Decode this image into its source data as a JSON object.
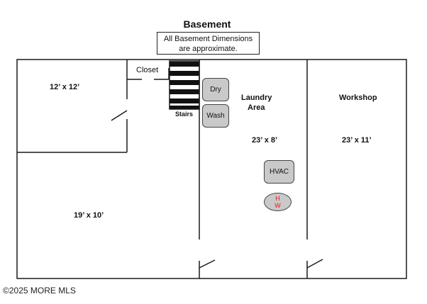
{
  "title": "Basement",
  "note": {
    "line1": "All Basement Dimensions",
    "line2": "are approximate."
  },
  "rooms": {
    "room_a": "12’ x 12’",
    "room_b": "19’ x 10’",
    "closet": "Closet",
    "stairs": "Stairs",
    "laundry_line1": "Laundry",
    "laundry_line2": "Area",
    "laundry_dims": "23’ x 8’",
    "workshop": "Workshop",
    "workshop_dims": "23’ x 11’"
  },
  "appliances": {
    "dry": "Dry",
    "wash": "Wash",
    "hvac": "HVAC",
    "hw_line1": "H",
    "hw_line2": "W"
  },
  "colors": {
    "wall": "#1a1a1a",
    "appliance_fill": "#c9c9c9",
    "hw_text": "#e02020"
  },
  "copyright": "©2025 MORE MLS"
}
